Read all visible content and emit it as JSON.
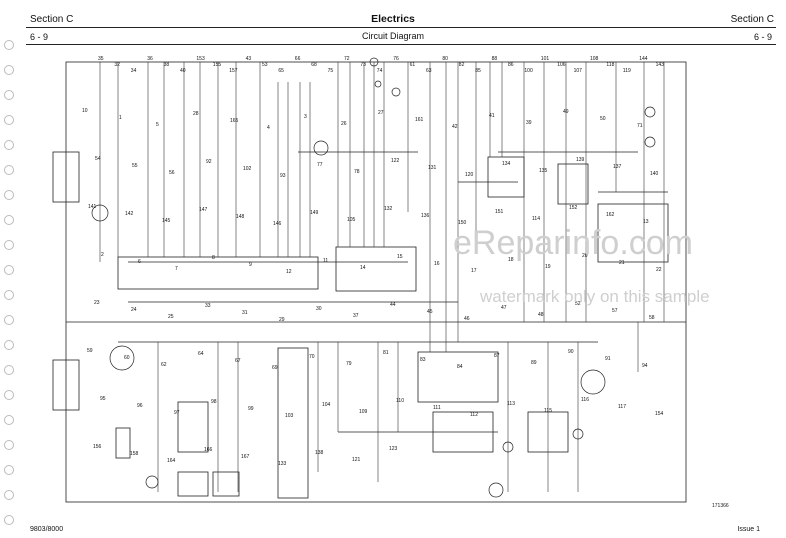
{
  "header": {
    "section_left": "Section C",
    "page_left": "6 - 9",
    "title": "Electrics",
    "subtitle": "Circuit Diagram",
    "section_right": "Section C",
    "page_right": "6 - 9"
  },
  "footer": {
    "doc_code": "9803/8000",
    "issue": "Issue 1",
    "drawing_ref": "171366"
  },
  "watermark": {
    "line1": "eReparinfo.com",
    "line2": "watermark only on this sample"
  },
  "diagram": {
    "top_labels": [
      "35",
      "32",
      "34",
      "36",
      "38",
      "40",
      "153",
      "155",
      "157",
      "43",
      "53",
      "65",
      "66",
      "68",
      "75",
      "72",
      "73",
      "74",
      "76",
      "61",
      "63",
      "80",
      "82",
      "85",
      "88",
      "86",
      "100",
      "101",
      "106",
      "107",
      "108",
      "118",
      "119",
      "144",
      "143"
    ],
    "component_labels": [
      "10",
      "1",
      "5",
      "28",
      "165",
      "4",
      "3",
      "26",
      "27",
      "161",
      "42",
      "41",
      "39",
      "49",
      "50",
      "71",
      "54",
      "55",
      "56",
      "92",
      "102",
      "93",
      "77",
      "78",
      "122",
      "131",
      "120",
      "134",
      "135",
      "139",
      "137",
      "140",
      "141",
      "142",
      "145",
      "147",
      "148",
      "146",
      "149",
      "105",
      "132",
      "136",
      "150",
      "151",
      "114",
      "152",
      "162",
      "13",
      "2",
      "6",
      "7",
      "8",
      "9",
      "12",
      "11",
      "14",
      "15",
      "16",
      "17",
      "18",
      "19",
      "20",
      "21",
      "22",
      "23",
      "24",
      "25",
      "33",
      "31",
      "29",
      "30",
      "37",
      "44",
      "45",
      "46",
      "47",
      "48",
      "52",
      "57",
      "58",
      "59",
      "60",
      "62",
      "64",
      "67",
      "69",
      "70",
      "79",
      "81",
      "83",
      "84",
      "87",
      "89",
      "90",
      "91",
      "94",
      "95",
      "96",
      "97",
      "98",
      "99",
      "103",
      "104",
      "109",
      "110",
      "111",
      "112",
      "113",
      "115",
      "116",
      "117",
      "154",
      "156",
      "158",
      "164",
      "166",
      "167",
      "133",
      "138",
      "121",
      "123"
    ]
  }
}
